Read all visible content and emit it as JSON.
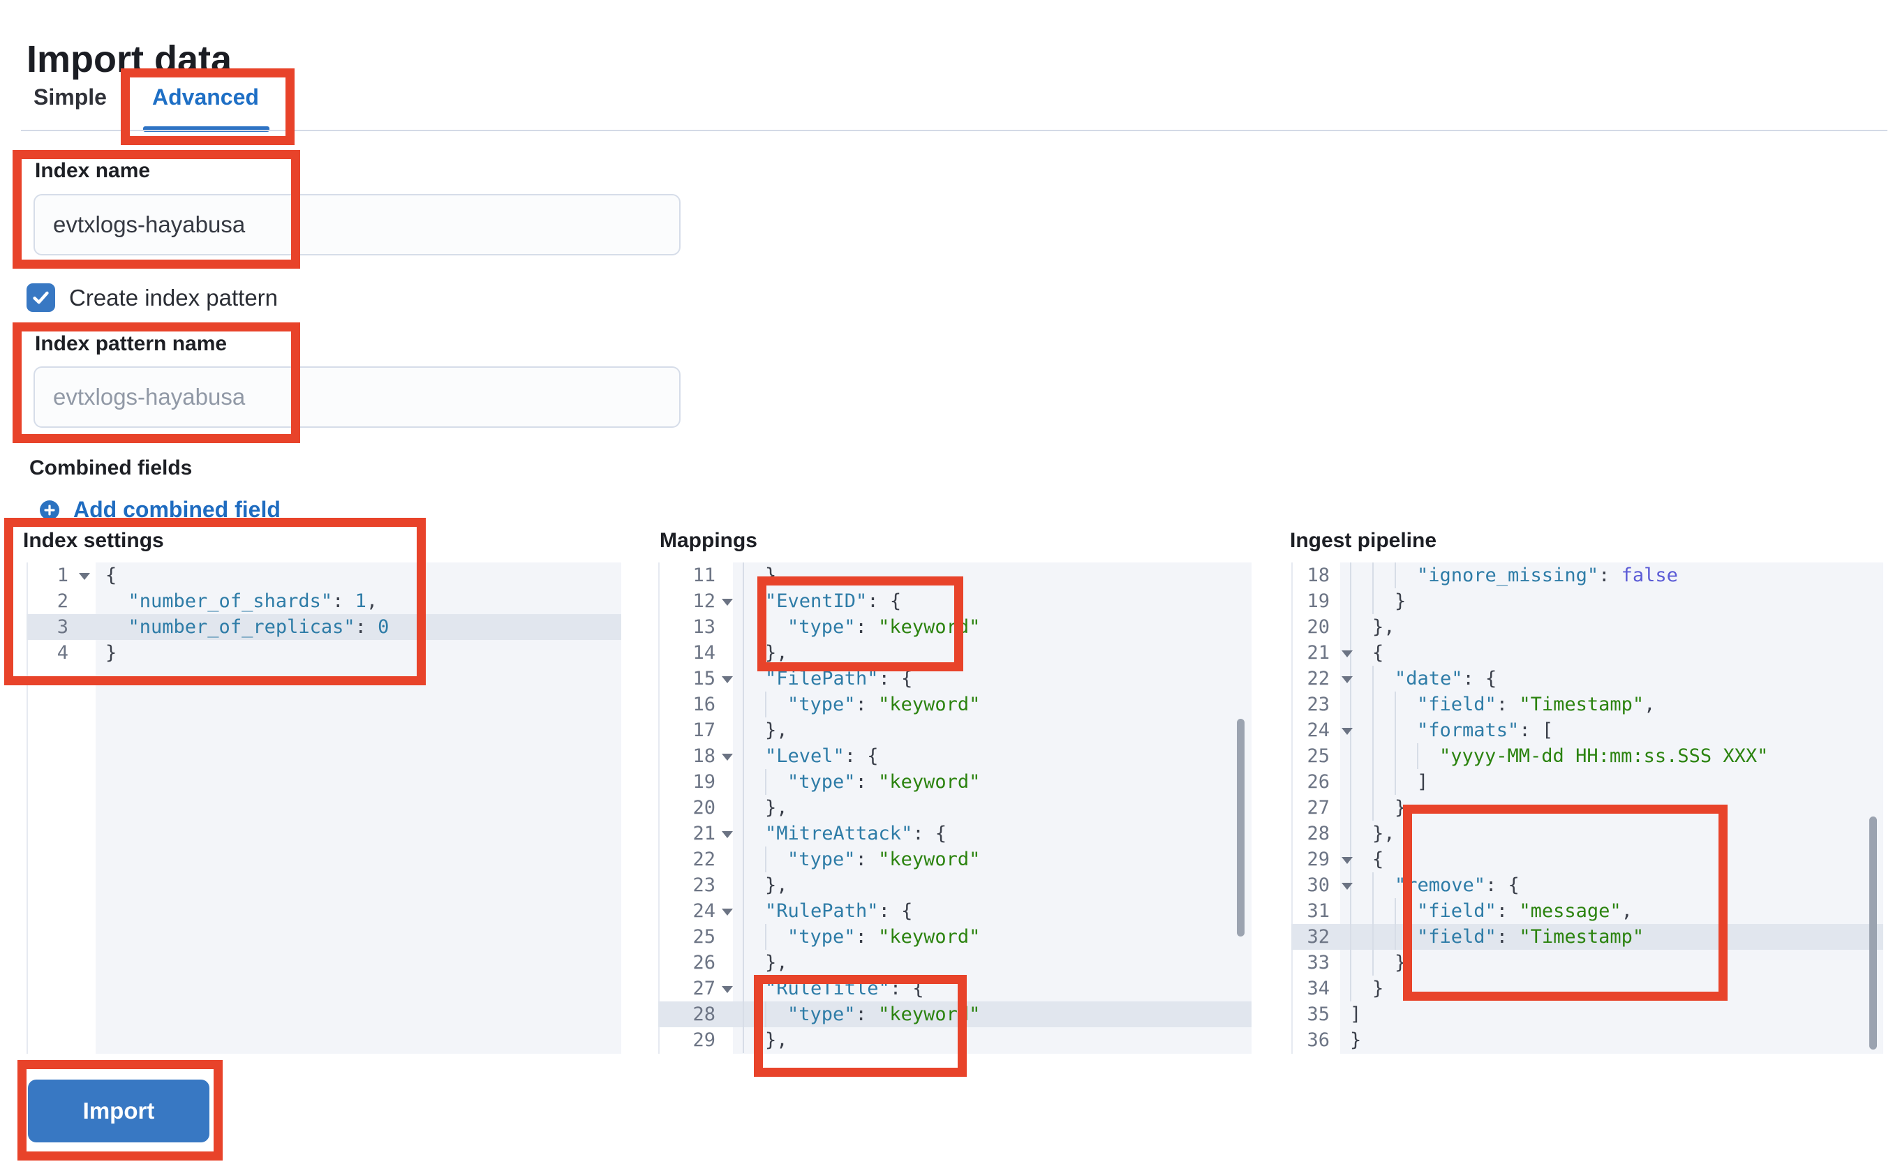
{
  "page": {
    "title": "Import data"
  },
  "tabs": {
    "simple": "Simple",
    "advanced": "Advanced"
  },
  "form": {
    "index_name": {
      "label": "Index name",
      "value": "evtxlogs-hayabusa"
    },
    "create_index_pattern": {
      "label": "Create index pattern",
      "checked": true
    },
    "index_pattern_name": {
      "label": "Index pattern name",
      "placeholder": "evtxlogs-hayabusa"
    },
    "combined_fields": {
      "label": "Combined fields",
      "add_link": "Add combined field"
    }
  },
  "import_button": {
    "label": "Import"
  },
  "colors": {
    "accent_blue": "#3878c3",
    "link_blue": "#1f6cc0",
    "tab_blue": "#1e6fc5",
    "annotation_red": "#e8432a",
    "code_key": "#2e7ca7",
    "code_string": "#2b830f",
    "code_boolean": "#5b5bd6",
    "editor_background": "#f3f5f9",
    "active_line": "#e1e6ee"
  },
  "editors": [
    {
      "label": "Index settings",
      "active_line": 3,
      "lines": [
        {
          "n": 1,
          "fold": true,
          "t": [
            [
              "p",
              "{"
            ]
          ]
        },
        {
          "n": 2,
          "fold": false,
          "t": [
            [
              "p",
              "  "
            ],
            [
              "k",
              "\"number_of_shards\""
            ],
            [
              "p",
              ": "
            ],
            [
              "n",
              "1"
            ],
            [
              "p",
              ","
            ]
          ]
        },
        {
          "n": 3,
          "fold": false,
          "t": [
            [
              "p",
              "  "
            ],
            [
              "k",
              "\"number_of_replicas\""
            ],
            [
              "p",
              ": "
            ],
            [
              "n",
              "0"
            ]
          ]
        },
        {
          "n": 4,
          "fold": false,
          "t": [
            [
              "p",
              "}"
            ]
          ]
        }
      ]
    },
    {
      "label": "Mappings",
      "active_line": 28,
      "lines": [
        {
          "n": 11,
          "fold": false,
          "t": [
            [
              "g"
            ],
            [
              "p",
              "},"
            ]
          ]
        },
        {
          "n": 12,
          "fold": true,
          "t": [
            [
              "g"
            ],
            [
              "k",
              "\"EventID\""
            ],
            [
              "p",
              ": {"
            ]
          ]
        },
        {
          "n": 13,
          "fold": false,
          "t": [
            [
              "g"
            ],
            [
              "g"
            ],
            [
              "k",
              "\"type\""
            ],
            [
              "p",
              ": "
            ],
            [
              "s",
              "\"keyword\""
            ]
          ]
        },
        {
          "n": 14,
          "fold": false,
          "t": [
            [
              "g"
            ],
            [
              "p",
              "},"
            ]
          ]
        },
        {
          "n": 15,
          "fold": true,
          "t": [
            [
              "g"
            ],
            [
              "k",
              "\"FilePath\""
            ],
            [
              "p",
              ": {"
            ]
          ]
        },
        {
          "n": 16,
          "fold": false,
          "t": [
            [
              "g"
            ],
            [
              "g"
            ],
            [
              "k",
              "\"type\""
            ],
            [
              "p",
              ": "
            ],
            [
              "s",
              "\"keyword\""
            ]
          ]
        },
        {
          "n": 17,
          "fold": false,
          "t": [
            [
              "g"
            ],
            [
              "p",
              "},"
            ]
          ]
        },
        {
          "n": 18,
          "fold": true,
          "t": [
            [
              "g"
            ],
            [
              "k",
              "\"Level\""
            ],
            [
              "p",
              ": {"
            ]
          ]
        },
        {
          "n": 19,
          "fold": false,
          "t": [
            [
              "g"
            ],
            [
              "g"
            ],
            [
              "k",
              "\"type\""
            ],
            [
              "p",
              ": "
            ],
            [
              "s",
              "\"keyword\""
            ]
          ]
        },
        {
          "n": 20,
          "fold": false,
          "t": [
            [
              "g"
            ],
            [
              "p",
              "},"
            ]
          ]
        },
        {
          "n": 21,
          "fold": true,
          "t": [
            [
              "g"
            ],
            [
              "k",
              "\"MitreAttack\""
            ],
            [
              "p",
              ": {"
            ]
          ]
        },
        {
          "n": 22,
          "fold": false,
          "t": [
            [
              "g"
            ],
            [
              "g"
            ],
            [
              "k",
              "\"type\""
            ],
            [
              "p",
              ": "
            ],
            [
              "s",
              "\"keyword\""
            ]
          ]
        },
        {
          "n": 23,
          "fold": false,
          "t": [
            [
              "g"
            ],
            [
              "p",
              "},"
            ]
          ]
        },
        {
          "n": 24,
          "fold": true,
          "t": [
            [
              "g"
            ],
            [
              "k",
              "\"RulePath\""
            ],
            [
              "p",
              ": {"
            ]
          ]
        },
        {
          "n": 25,
          "fold": false,
          "t": [
            [
              "g"
            ],
            [
              "g"
            ],
            [
              "k",
              "\"type\""
            ],
            [
              "p",
              ": "
            ],
            [
              "s",
              "\"keyword\""
            ]
          ]
        },
        {
          "n": 26,
          "fold": false,
          "t": [
            [
              "g"
            ],
            [
              "p",
              "},"
            ]
          ]
        },
        {
          "n": 27,
          "fold": true,
          "t": [
            [
              "g"
            ],
            [
              "k",
              "\"RuleTitle\""
            ],
            [
              "p",
              ": {"
            ]
          ]
        },
        {
          "n": 28,
          "fold": false,
          "t": [
            [
              "g"
            ],
            [
              "g"
            ],
            [
              "k",
              "\"type\""
            ],
            [
              "p",
              ": "
            ],
            [
              "s",
              "\"keyword\""
            ]
          ]
        },
        {
          "n": 29,
          "fold": false,
          "t": [
            [
              "g"
            ],
            [
              "p",
              "},"
            ]
          ]
        }
      ]
    },
    {
      "label": "Ingest pipeline",
      "active_line": 32,
      "lines": [
        {
          "n": 18,
          "fold": false,
          "t": [
            [
              "g"
            ],
            [
              "g"
            ],
            [
              "g"
            ],
            [
              "k",
              "\"ignore_missing\""
            ],
            [
              "p",
              ": "
            ],
            [
              "b",
              "false"
            ]
          ]
        },
        {
          "n": 19,
          "fold": false,
          "t": [
            [
              "g"
            ],
            [
              "g"
            ],
            [
              "p",
              "}"
            ]
          ]
        },
        {
          "n": 20,
          "fold": false,
          "t": [
            [
              "g"
            ],
            [
              "p",
              "},"
            ]
          ]
        },
        {
          "n": 21,
          "fold": true,
          "t": [
            [
              "g"
            ],
            [
              "p",
              "{"
            ]
          ]
        },
        {
          "n": 22,
          "fold": true,
          "t": [
            [
              "g"
            ],
            [
              "g"
            ],
            [
              "k",
              "\"date\""
            ],
            [
              "p",
              ": {"
            ]
          ]
        },
        {
          "n": 23,
          "fold": false,
          "t": [
            [
              "g"
            ],
            [
              "g"
            ],
            [
              "g"
            ],
            [
              "k",
              "\"field\""
            ],
            [
              "p",
              ": "
            ],
            [
              "s",
              "\"Timestamp\""
            ],
            [
              "p",
              ","
            ]
          ]
        },
        {
          "n": 24,
          "fold": true,
          "t": [
            [
              "g"
            ],
            [
              "g"
            ],
            [
              "g"
            ],
            [
              "k",
              "\"formats\""
            ],
            [
              "p",
              ": ["
            ]
          ]
        },
        {
          "n": 25,
          "fold": false,
          "t": [
            [
              "g"
            ],
            [
              "g"
            ],
            [
              "g"
            ],
            [
              "g"
            ],
            [
              "s",
              "\"yyyy-MM-dd HH:mm:ss.SSS XXX\""
            ]
          ]
        },
        {
          "n": 26,
          "fold": false,
          "t": [
            [
              "g"
            ],
            [
              "g"
            ],
            [
              "g"
            ],
            [
              "p",
              "]"
            ]
          ]
        },
        {
          "n": 27,
          "fold": false,
          "t": [
            [
              "g"
            ],
            [
              "g"
            ],
            [
              "p",
              "}"
            ]
          ]
        },
        {
          "n": 28,
          "fold": false,
          "t": [
            [
              "g"
            ],
            [
              "p",
              "},"
            ]
          ]
        },
        {
          "n": 29,
          "fold": true,
          "t": [
            [
              "g"
            ],
            [
              "p",
              "{"
            ]
          ]
        },
        {
          "n": 30,
          "fold": true,
          "t": [
            [
              "g"
            ],
            [
              "g"
            ],
            [
              "k",
              "\"remove\""
            ],
            [
              "p",
              ": {"
            ]
          ]
        },
        {
          "n": 31,
          "fold": false,
          "t": [
            [
              "g"
            ],
            [
              "g"
            ],
            [
              "g"
            ],
            [
              "k",
              "\"field\""
            ],
            [
              "p",
              ": "
            ],
            [
              "s",
              "\"message\""
            ],
            [
              "p",
              ","
            ]
          ]
        },
        {
          "n": 32,
          "fold": false,
          "t": [
            [
              "g"
            ],
            [
              "g"
            ],
            [
              "g"
            ],
            [
              "k",
              "\"field\""
            ],
            [
              "p",
              ": "
            ],
            [
              "s",
              "\"Timestamp\""
            ]
          ]
        },
        {
          "n": 33,
          "fold": false,
          "t": [
            [
              "g"
            ],
            [
              "g"
            ],
            [
              "p",
              "}"
            ]
          ]
        },
        {
          "n": 34,
          "fold": false,
          "t": [
            [
              "g"
            ],
            [
              "p",
              "}"
            ]
          ]
        },
        {
          "n": 35,
          "fold": false,
          "t": [
            [
              "p",
              "]"
            ]
          ]
        },
        {
          "n": 36,
          "fold": false,
          "t": [
            [
              "p",
              "}"
            ]
          ]
        }
      ]
    }
  ]
}
